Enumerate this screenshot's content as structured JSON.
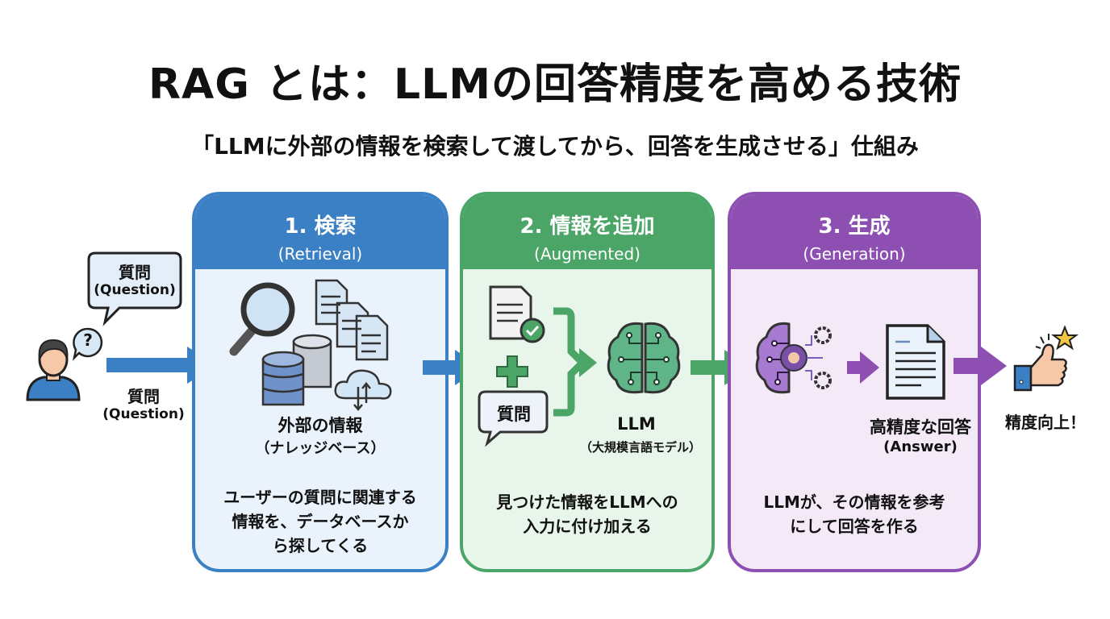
{
  "title": "RAG とは：LLMの回答精度を高める技術",
  "subtitle": "「LLMに外部の情報を検索して渡してから、回答を生成させる」仕組み",
  "user": {
    "bubble_label": "質問",
    "bubble_sub": "(Question)",
    "arrow_label": "質問",
    "arrow_sub": "(Question)",
    "question_mark": "?"
  },
  "steps": [
    {
      "title": "1. 検索",
      "subtitle": "(Retrieval)",
      "icon_label": "外部の情報",
      "icon_sub": "（ナレッジベース）",
      "description": [
        "ユーザーの質問に関連する",
        "情報を、データベースか",
        "ら探してくる"
      ],
      "color": "#3b7fc4"
    },
    {
      "title": "2. 情報を追加",
      "subtitle": "(Augmented)",
      "question_box": "質問",
      "icon_label": "LLM",
      "icon_sub": "（大規模言語モデル）",
      "description": [
        "見つけた情報をLLMへの",
        "入力に付け加える"
      ],
      "color": "#4aa566"
    },
    {
      "title": "3. 生成",
      "subtitle": "(Generation)",
      "icon_label": "高精度な回答",
      "icon_sub": "(Answer)",
      "description": [
        "LLMが、その情報を参考",
        "にして回答を作る"
      ],
      "color": "#8e4fb3"
    }
  ],
  "result": {
    "label": "精度向上！"
  },
  "icons": [
    "user-icon",
    "question-bubble-icon",
    "magnifier-icon",
    "documents-icon",
    "database-icon",
    "cloud-sync-icon",
    "checked-document-icon",
    "plus-icon",
    "question-box-icon",
    "brace-icon",
    "brain-circuit-icon",
    "ai-brain-gears-icon",
    "answer-document-icon",
    "thumbs-up-star-icon"
  ]
}
